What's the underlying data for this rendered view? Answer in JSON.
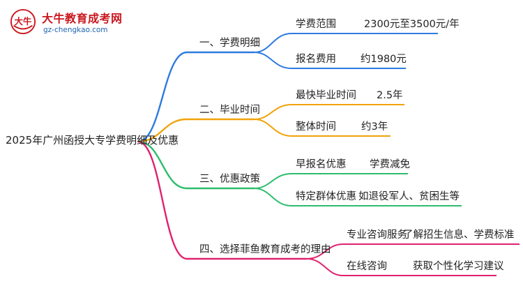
{
  "logo": {
    "badge_text": "大牛",
    "title": "大牛教育成考网",
    "url": "gz-chengkao.com"
  },
  "root": "2025年广州函授大专学费明细及优惠",
  "branches": [
    {
      "label": "一、学费明细",
      "color": "#2e7be0",
      "items": [
        {
          "key": "学费范围",
          "value": "2300元至3500元/年"
        },
        {
          "key": "报名费用",
          "value": "约1980元"
        }
      ]
    },
    {
      "label": "二、毕业时间",
      "color": "#f0a30a",
      "items": [
        {
          "key": "最快毕业时间",
          "value": "2.5年"
        },
        {
          "key": "整体时间",
          "value": "约3年"
        }
      ]
    },
    {
      "label": "三、优惠政策",
      "color": "#2dbd6e",
      "items": [
        {
          "key": "早报名优惠",
          "value": "学费减免"
        },
        {
          "key": "特定群体优惠",
          "value": "如退役军人、贫困生等"
        }
      ]
    },
    {
      "label": "四、选择菲鱼教育成考的理由",
      "color": "#e0216e",
      "items": [
        {
          "key": "专业咨询服务",
          "value": "了解招生信息、学费标准"
        },
        {
          "key": "在线咨询",
          "value": "获取个性化学习建议"
        }
      ]
    }
  ]
}
